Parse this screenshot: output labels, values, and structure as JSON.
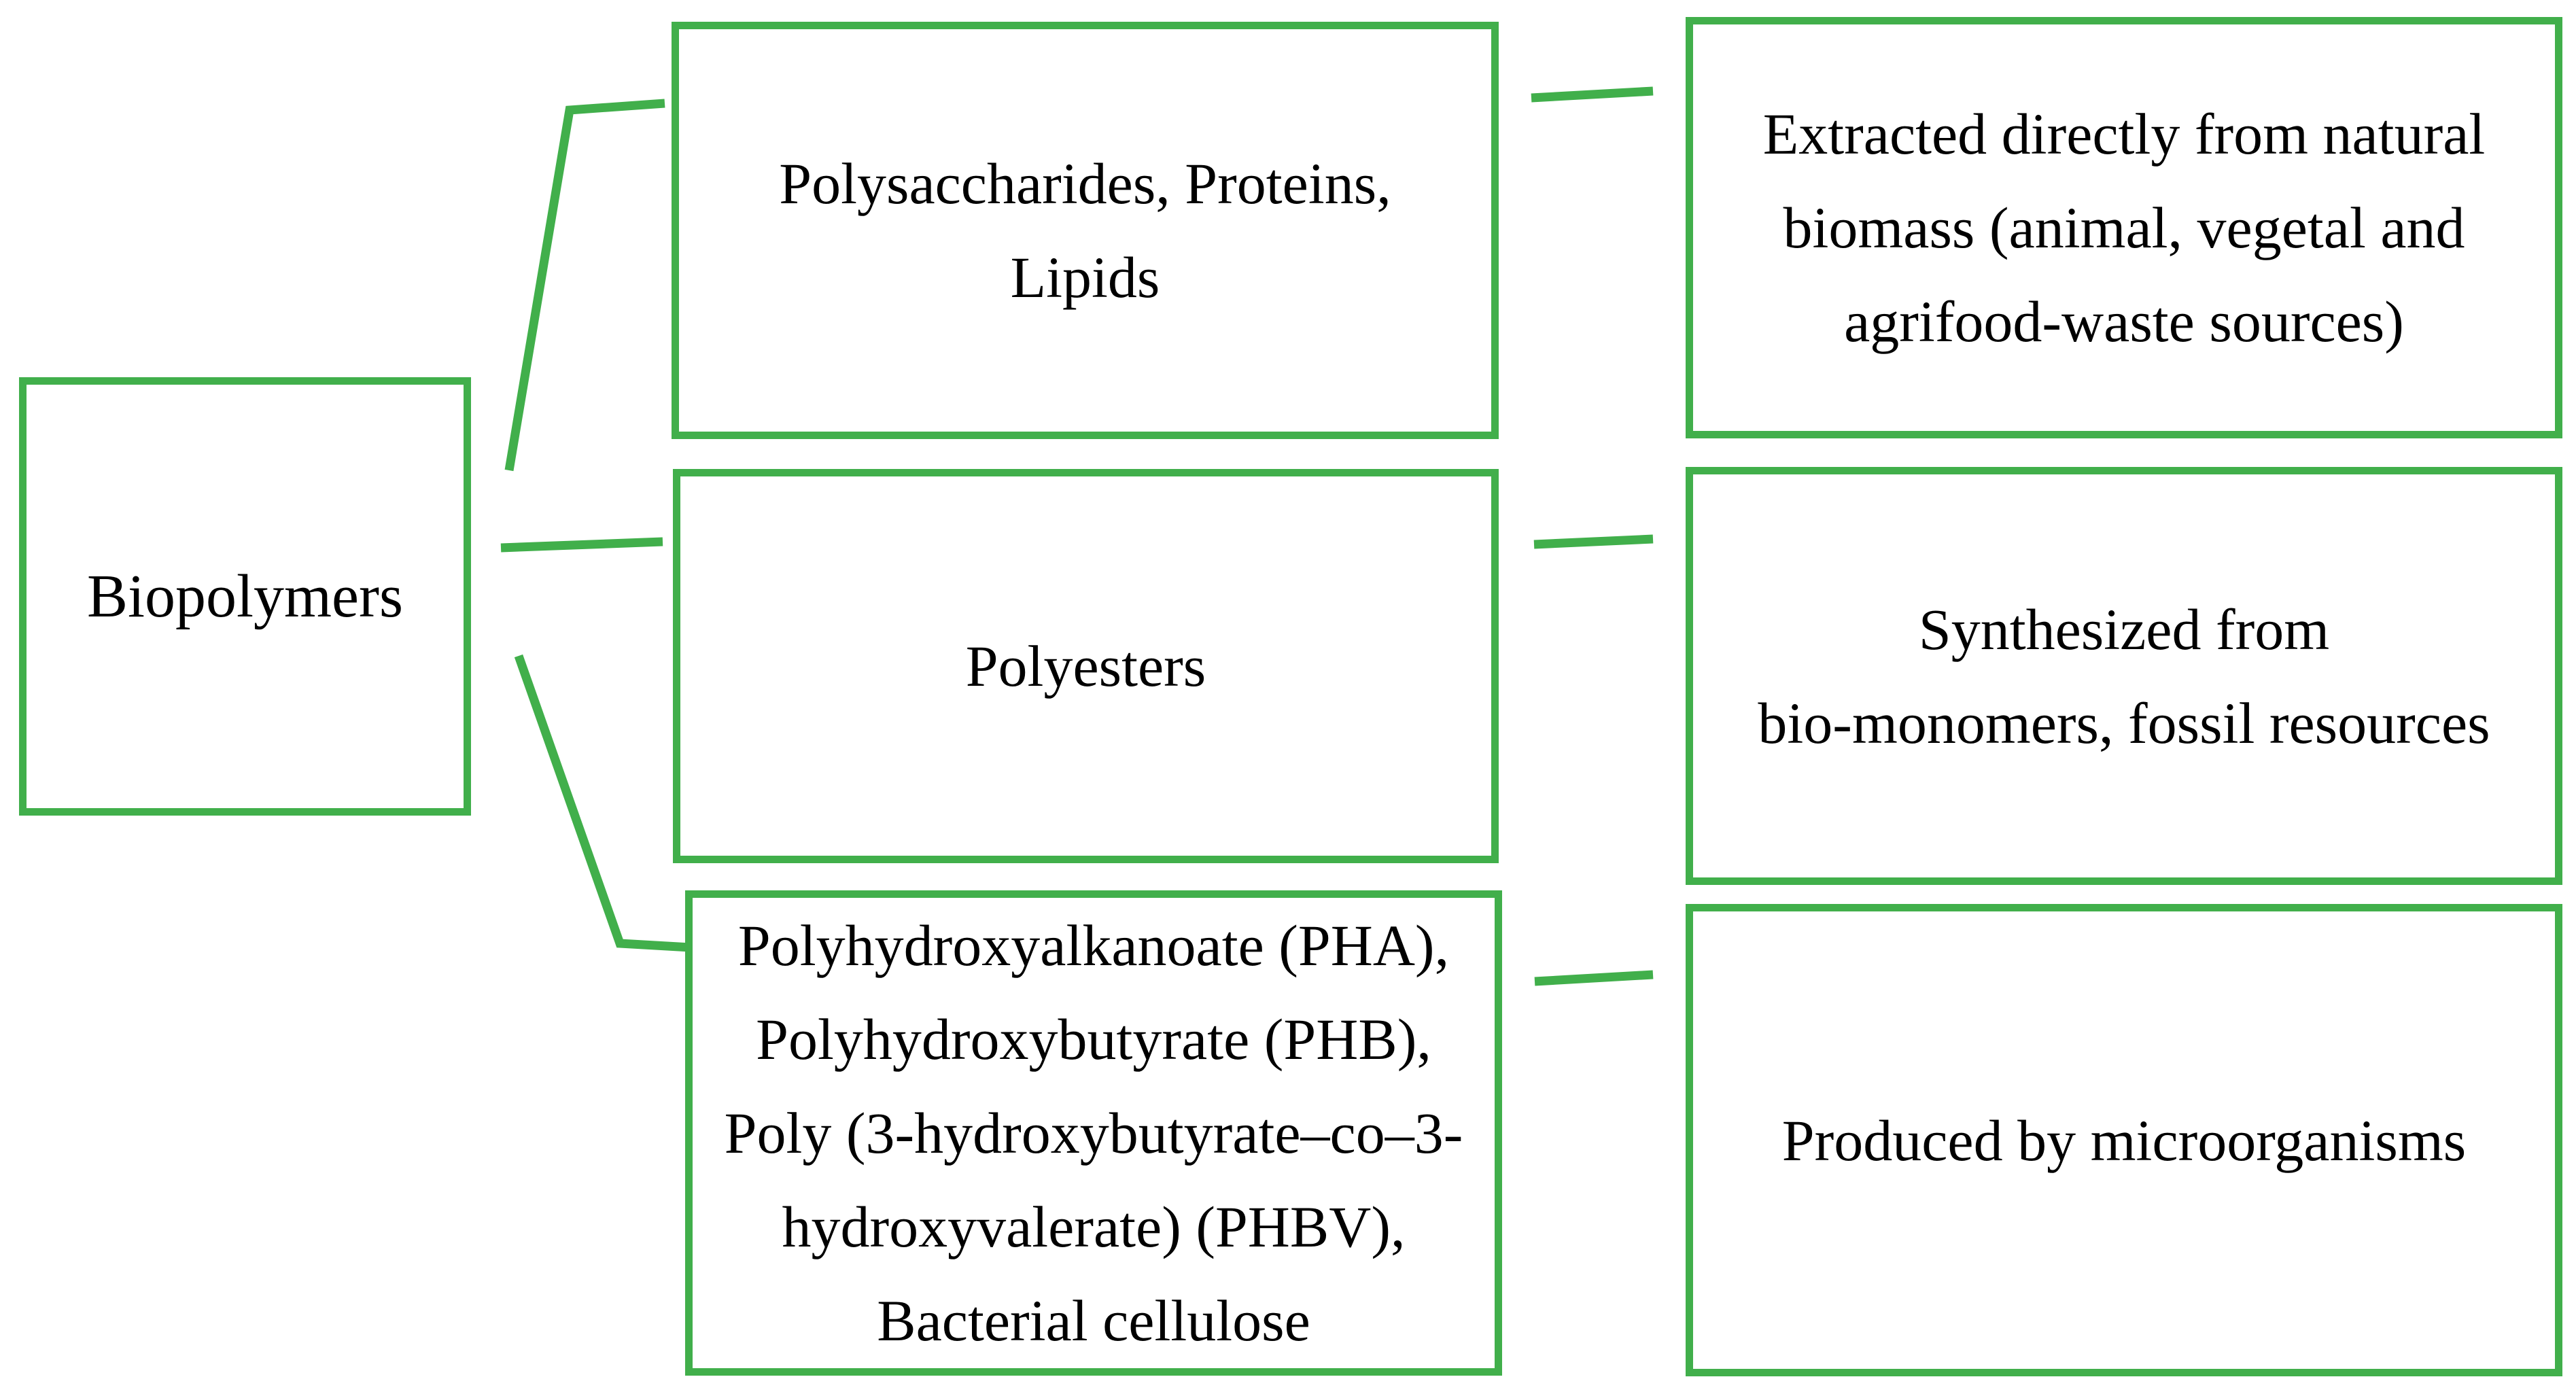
{
  "colors": {
    "accent_green": "#41AF4B",
    "text": "#000000",
    "background": "#FFFFFF"
  },
  "root_box": {
    "label": "Biopolymers"
  },
  "type_boxes": {
    "polysaccharides": {
      "line1": "Polysaccharides, Proteins,",
      "line2": "Lipids"
    },
    "polyesters": {
      "line1": "Polyesters"
    },
    "pha": {
      "line1": "Polyhydroxyalkanoate (PHA),",
      "line2": "Polyhydroxybutyrate (PHB),",
      "line3": "Poly (3-hydroxybutyrate–co–3-",
      "line4": "hydroxyvalerate) (PHBV),",
      "line5": "Bacterial cellulose"
    }
  },
  "source_boxes": {
    "natural_biomass": {
      "line1": "Extracted directly from natural",
      "line2": "biomass (animal, vegetal and",
      "line3": "agrifood-waste sources)"
    },
    "synthesized": {
      "line1": "Synthesized from",
      "line2": "bio-monomers, fossil resources"
    },
    "microorganisms": {
      "line1": "Produced by microorganisms"
    }
  }
}
